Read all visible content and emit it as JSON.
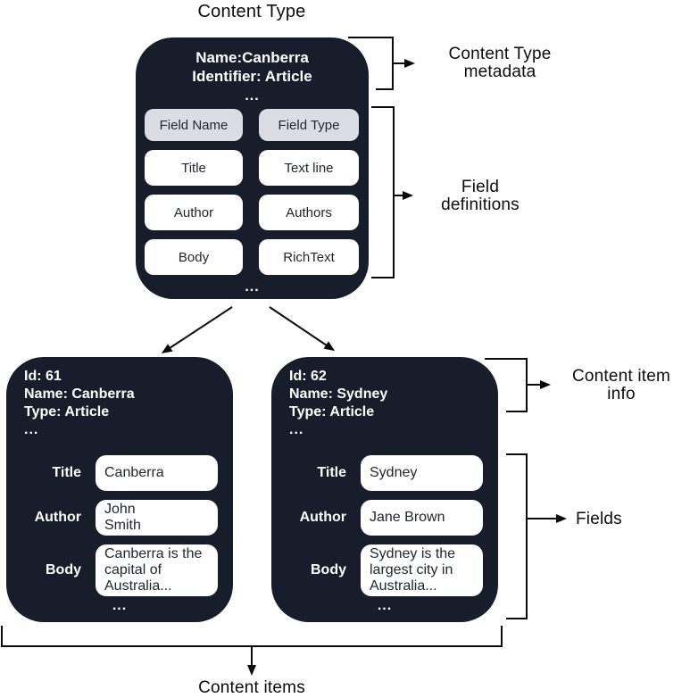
{
  "diagram": {
    "title": "Content Type",
    "content_type_box": {
      "name_line": "Name:Canberra",
      "identifier_line": "Identifier: Article",
      "ellipsis": "...",
      "field_table": {
        "header": {
          "name": "Field Name",
          "type": "Field Type"
        },
        "rows": [
          {
            "name": "Title",
            "type": "Text line"
          },
          {
            "name": "Author",
            "type": "Authors"
          },
          {
            "name": "Body",
            "type": "RichText"
          }
        ]
      }
    },
    "annotations": {
      "content_type_metadata": "Content Type\nmetadata",
      "field_definitions": "Field\ndefinitions",
      "content_item_info": "Content item\ninfo",
      "fields": "Fields",
      "content_items": "Content items"
    },
    "content_items": [
      {
        "id_line": "Id: 61",
        "name_line": "Name: Canberra",
        "type_line": "Type: Article",
        "ellipsis": "...",
        "fields": [
          {
            "label": "Title",
            "value": "Canberra"
          },
          {
            "label": "Author",
            "value": "John\nSmith"
          },
          {
            "label": "Body",
            "value": "Canberra is the\ncapital of\nAustralia..."
          }
        ]
      },
      {
        "id_line": "Id: 62",
        "name_line": "Name: Sydney",
        "type_line": "Type: Article",
        "ellipsis": "...",
        "fields": [
          {
            "label": "Title",
            "value": "Sydney"
          },
          {
            "label": "Author",
            "value": "Jane Brown"
          },
          {
            "label": "Body",
            "value": "Sydney is the\nlargest city in\nAustralia..."
          }
        ]
      }
    ],
    "colors": {
      "box_background": "#171D2B",
      "header_cell_background": "#DBDDE4",
      "cell_background": "#FFFFFF",
      "cell_text": "#212631",
      "line": "#0A0A0A"
    }
  }
}
